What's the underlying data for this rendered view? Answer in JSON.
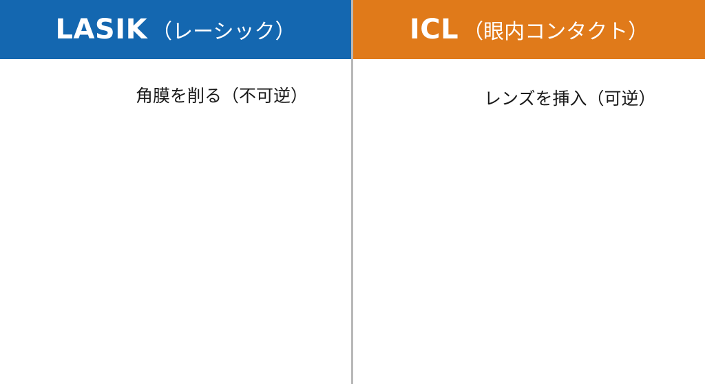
{
  "left_panel": {
    "title": "LASIK",
    "subtitle": "（レーシック）",
    "header_color": "#1467b0",
    "callout": "角膜を削る（不可逆）"
  },
  "right_panel": {
    "title": "ICL",
    "subtitle": "（眼内コンタクト）",
    "header_color": "#e07a1a",
    "callout": "レンズを挿入（可逆）"
  }
}
